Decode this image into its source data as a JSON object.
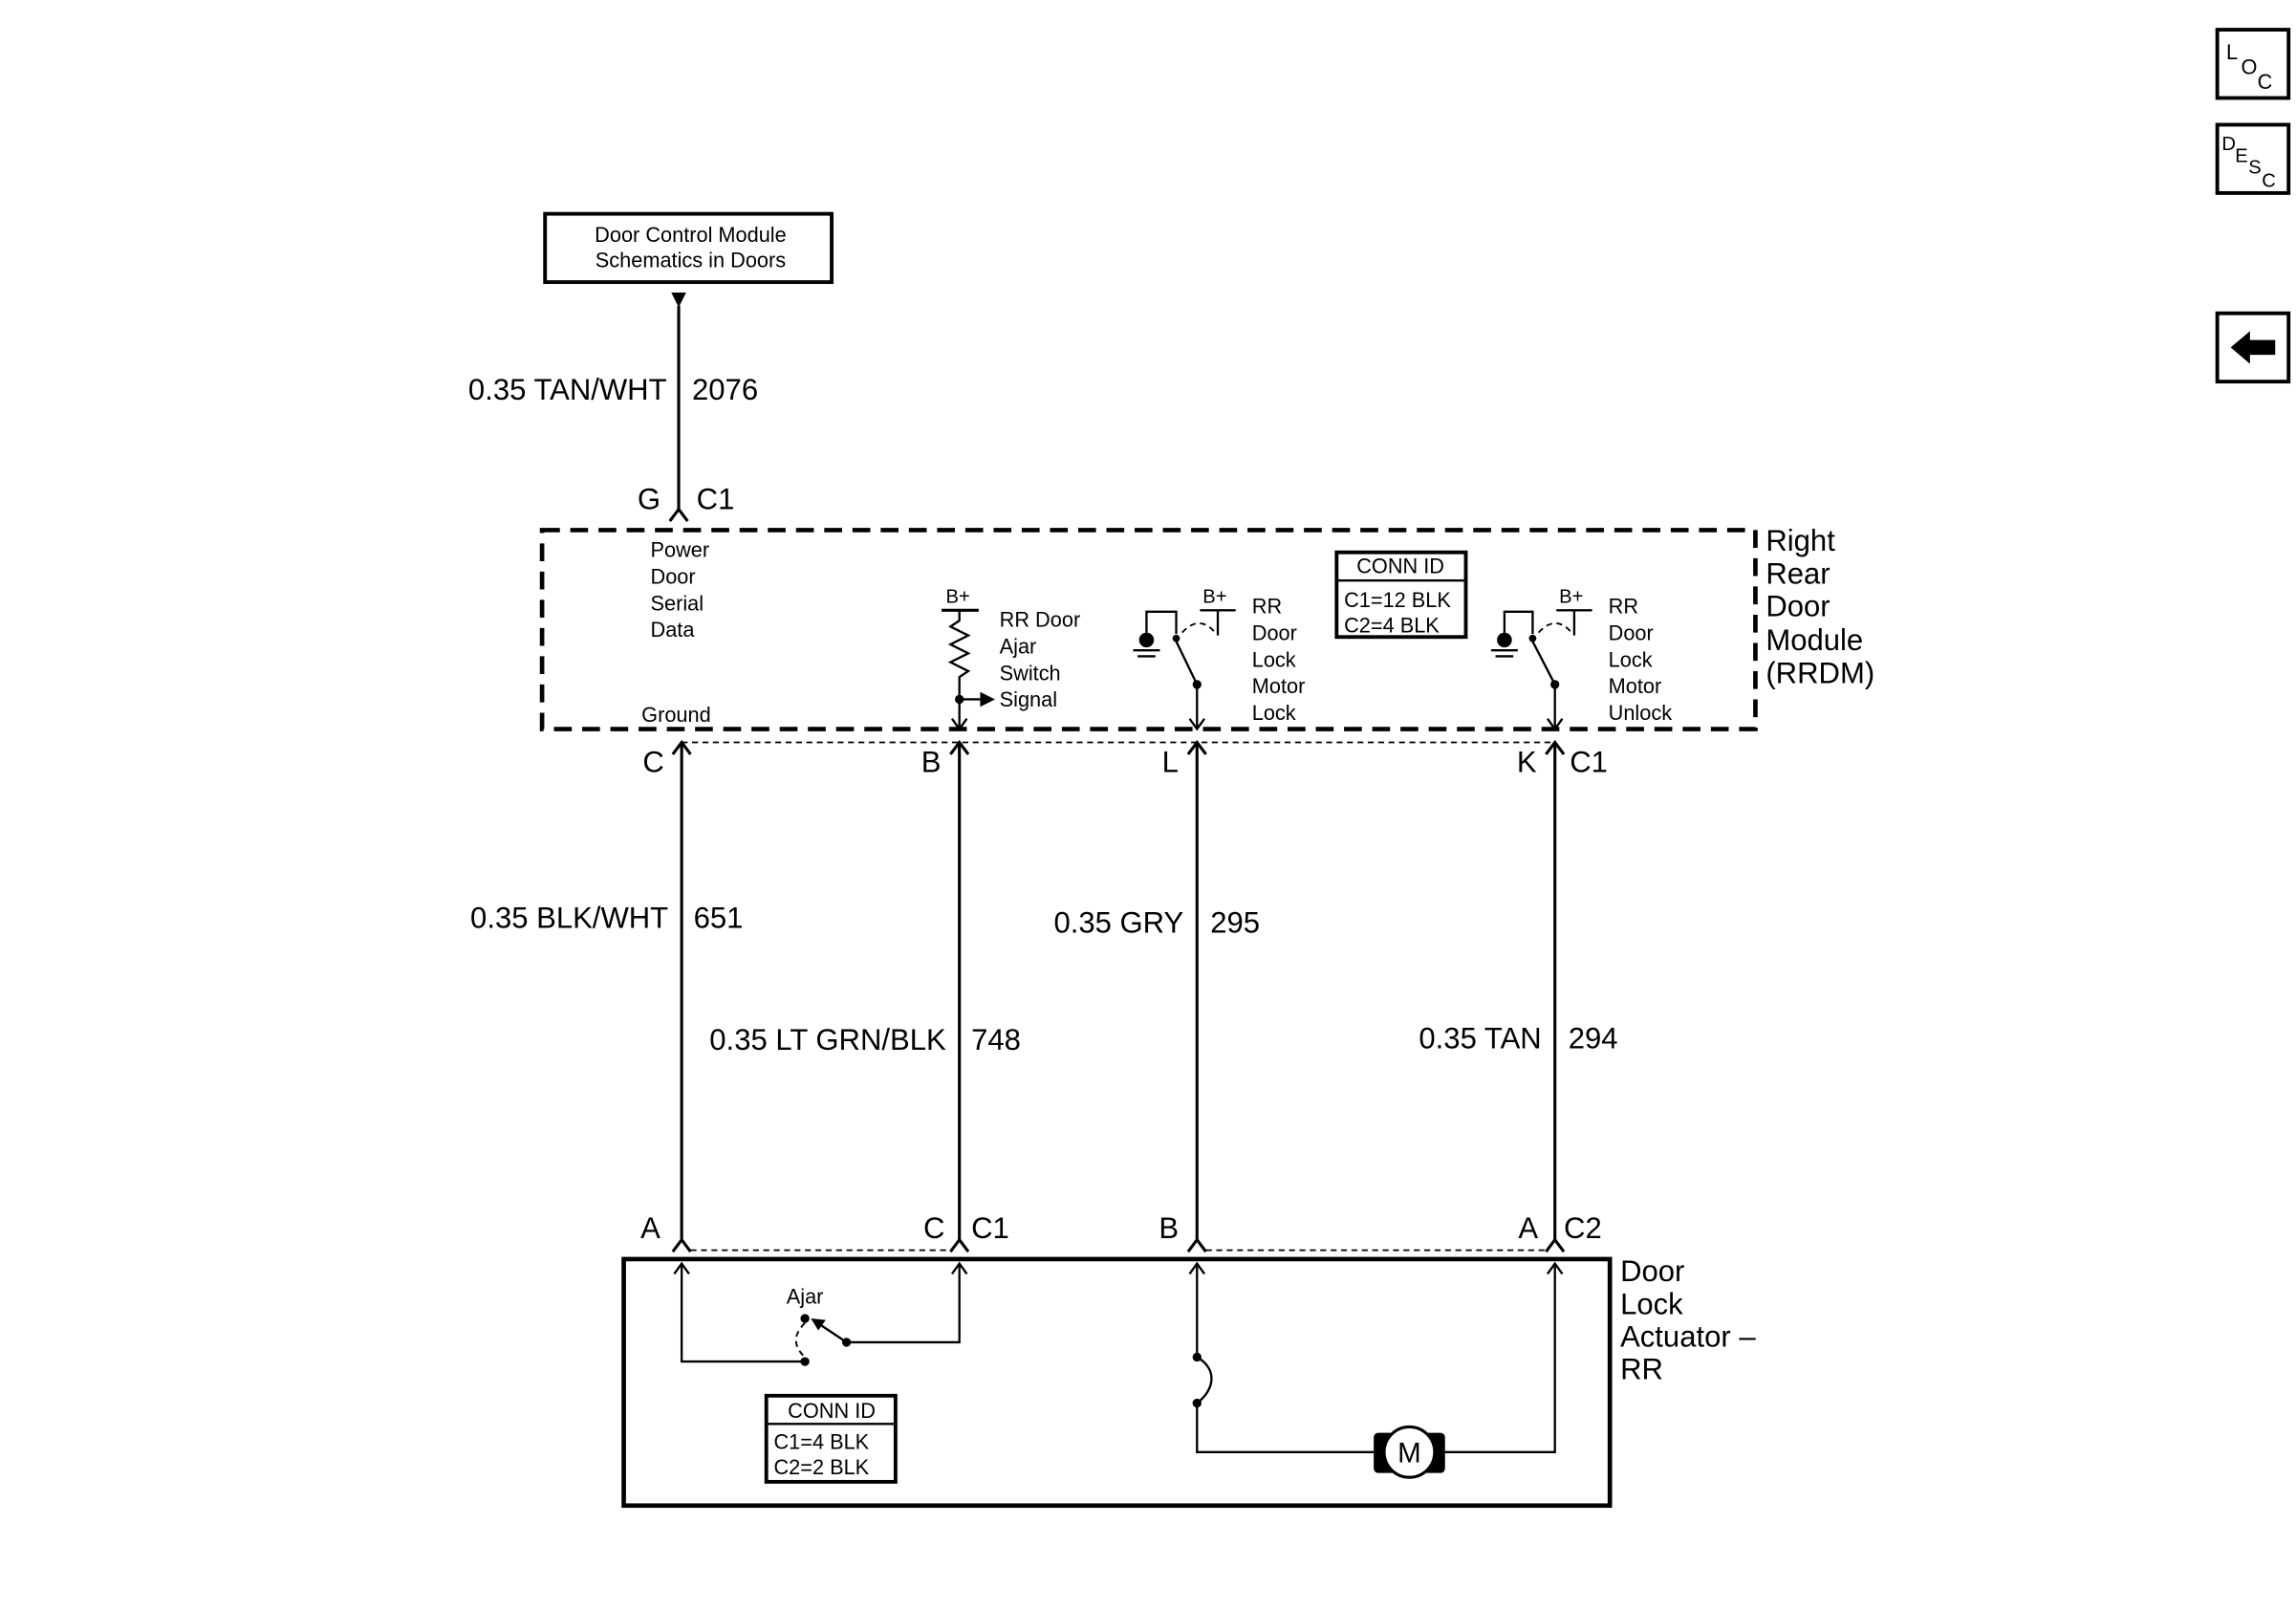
{
  "nav": {
    "loc": [
      "L",
      "O",
      "C"
    ],
    "desc": [
      "D",
      "E",
      "S",
      "C"
    ],
    "back_icon": "left-arrow-icon"
  },
  "reference_box": {
    "line1": "Door Control Module",
    "line2": "Schematics in Doors"
  },
  "top_wire": {
    "gauge_color": "0.35 TAN/WHT",
    "circuit": "2076",
    "pin": "G",
    "connector": "C1"
  },
  "module": {
    "name_lines": [
      "Right",
      "Rear",
      "Door",
      "Module",
      "(RRDM)"
    ],
    "serial_data_lines": [
      "Power",
      "Door",
      "Serial",
      "Data"
    ],
    "ground_label": "Ground",
    "ajar_switch": {
      "supply": "B+",
      "lines": [
        "RR Door",
        "Ajar",
        "Switch",
        "Signal"
      ]
    },
    "lock_motor": {
      "supply": "B+",
      "lines": [
        "RR",
        "Door",
        "Lock",
        "Motor",
        "Lock"
      ]
    },
    "unlock_motor": {
      "supply": "B+",
      "lines": [
        "RR",
        "Door",
        "Lock",
        "Motor",
        "Unlock"
      ]
    },
    "conn_id": {
      "header": "CONN ID",
      "lines": [
        "C1=12 BLK",
        "C2=4 BLK"
      ]
    },
    "pins": [
      "C",
      "B",
      "L",
      "K"
    ],
    "connector": "C1"
  },
  "wires": [
    {
      "gauge_color": "0.35 BLK/WHT",
      "circuit": "651"
    },
    {
      "gauge_color": "0.35 LT GRN/BLK",
      "circuit": "748"
    },
    {
      "gauge_color": "0.35 GRY",
      "circuit": "295"
    },
    {
      "gauge_color": "0.35 TAN",
      "circuit": "294"
    }
  ],
  "actuator": {
    "name_lines": [
      "Door",
      "Lock",
      "Actuator –",
      "RR"
    ],
    "pins": [
      "A",
      "C",
      "B",
      "A"
    ],
    "connectors": [
      "C1",
      "C2"
    ],
    "ajar_label": "Ajar",
    "motor_label": "M",
    "conn_id": {
      "header": "CONN ID",
      "lines": [
        "C1=4 BLK",
        "C2=2 BLK"
      ]
    }
  }
}
